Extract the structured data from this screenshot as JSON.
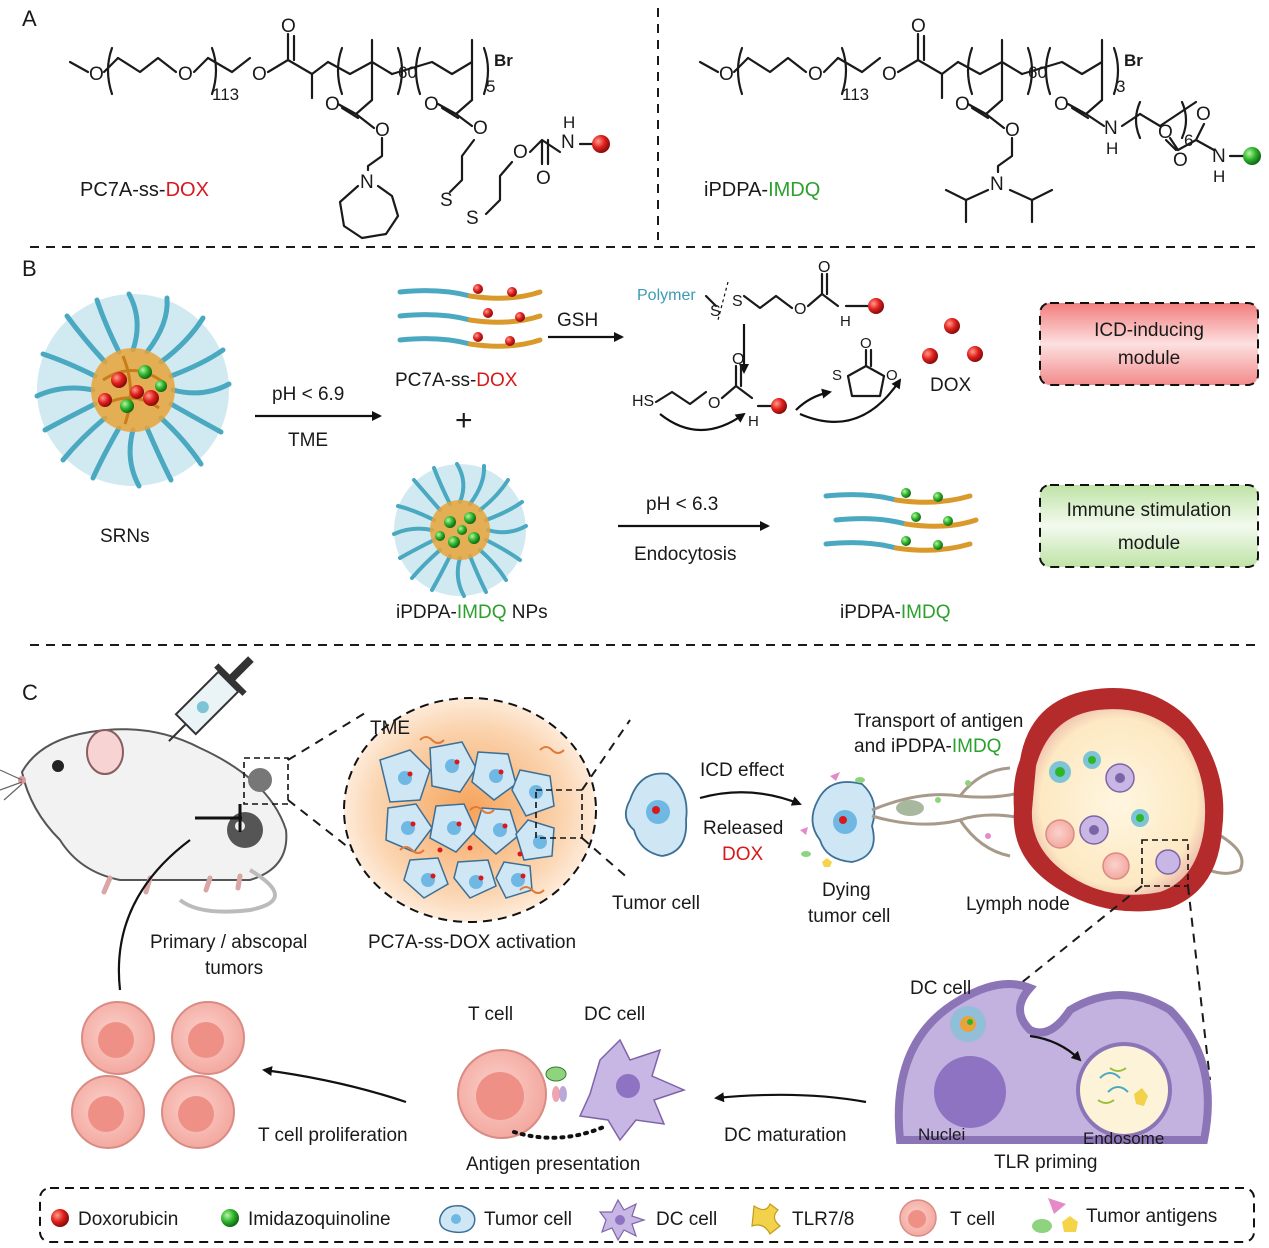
{
  "panels": {
    "a": "A",
    "b": "B",
    "c": "C"
  },
  "panel_a": {
    "left": {
      "name_prefix": "PC7A-ss-",
      "name_suffix": "DOX",
      "sub1": "113",
      "sub2": "60",
      "sub3": "5",
      "end_group": "Br",
      "nh": "H",
      "n": "N",
      "o": "O",
      "s": "S"
    },
    "right": {
      "name_prefix": "iPDPA-",
      "name_suffix": "IMDQ",
      "sub1": "113",
      "sub2": "60",
      "sub3": "3",
      "sub4": "6",
      "end_group": "Br",
      "nh": "H",
      "n": "N",
      "o": "O"
    }
  },
  "panel_b": {
    "srns": "SRNs",
    "ph69": "pH < 6.9",
    "tme": "TME",
    "plus": "+",
    "pc7a_prefix": "PC7A-ss-",
    "pc7a_suffix": "DOX",
    "gsh": "GSH",
    "polymer": "Polymer",
    "hs": "HS",
    "dox": "DOX",
    "s_label": "S",
    "o_label": "O",
    "h_label": "H",
    "ipdpa_nps_prefix": "iPDPA-",
    "ipdpa_nps_mid": "IMDQ",
    "ipdpa_nps_suffix": " NPs",
    "ph63": "pH < 6.3",
    "endocytosis": "Endocytosis",
    "ipdpa_prefix": "iPDPA-",
    "ipdpa_suffix": "IMDQ",
    "icd_module_line1": "ICD-inducing",
    "icd_module_line2": "module",
    "immune_module_line1": "Immune stimulation",
    "immune_module_line2": "module"
  },
  "panel_c": {
    "tme": "TME",
    "activation": "PC7A-ss-DOX activation",
    "tumor_cell": "Tumor cell",
    "icd_effect": "ICD effect",
    "released": "Released",
    "released_dox": "DOX",
    "dying1": "Dying",
    "dying2": "tumor cell",
    "transport1": "Transport of antigen",
    "transport2_prefix": "and iPDPA-",
    "transport2_suffix": "IMDQ",
    "lymph_node": "Lymph node",
    "primary1": "Primary / abscopal",
    "primary2": "tumors",
    "dc_cell_top": "DC cell",
    "nuclei": "Nuclei",
    "endosome": "Endosome",
    "tlr_priming": "TLR priming",
    "t_cell": "T cell",
    "dc_cell": "DC cell",
    "dc_maturation": "DC maturation",
    "antigen_presentation": "Antigen presentation",
    "t_cell_proliferation": "T cell proliferation"
  },
  "legend": [
    {
      "icon": "red-sphere-icon",
      "label": "Doxorubicin"
    },
    {
      "icon": "green-sphere-icon",
      "label": "Imidazoquinoline"
    },
    {
      "icon": "tumor-cell-icon",
      "label": "Tumor cell"
    },
    {
      "icon": "dc-cell-icon",
      "label": "DC cell"
    },
    {
      "icon": "tlr-receptor-icon",
      "label": "TLR7/8"
    },
    {
      "icon": "t-cell-icon",
      "label": "T cell"
    },
    {
      "icon": "tumor-antigen-icon",
      "label": "Tumor antigens"
    }
  ],
  "colors": {
    "dox_red": "#d7191c",
    "imdq_green": "#2ca02c",
    "polymer_teal": "#3a9bb3",
    "core_orange": "#e8a33a",
    "icd_box": "#f4a4a4",
    "immune_box": "#d7ecc6",
    "tumor_blue": "#cfe6f5",
    "dc_purple": "#b9a8d8",
    "tcell_pink": "#f6b3ac"
  }
}
